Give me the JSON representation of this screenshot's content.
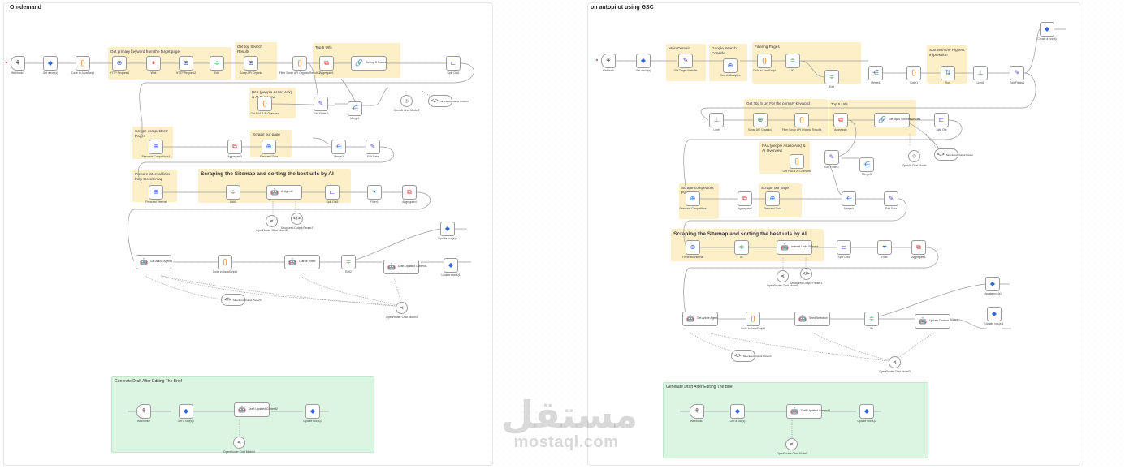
{
  "panels": {
    "left_title": "On-demand",
    "right_title": "on autopilot using GSC"
  },
  "left": {
    "stickies": [
      "Get primary keyword from the target page",
      "Get top Search Results",
      "Top 5 Urls",
      "PAA (people Asaso Ask) & AI Overview",
      "Scrape competitors' Pages",
      "Scrape our page",
      "Prepare internal links from the sitemap",
      "Scraping the Sitemap and sorting the best urls by AI",
      "Generate Draft After Editing The Brief"
    ],
    "nodes": [
      "Webhook1",
      "Get a row(s)",
      "Code in JavaScript",
      "HTTP Request1",
      "Wait",
      "HTTP Request2",
      "Edit",
      "Scrap API Organic",
      "Filter Scrap API Organic Results2",
      "Aggregate1",
      "Get top 5 Sources",
      "Split Out1",
      "OpenAI Chat Model2",
      "Structured Output Parser4",
      "Get PAA & AI Overview",
      "Edit Fields2",
      "Merge1",
      "Firecrawl Competitors1",
      "Aggregate3",
      "Firecrawl Ours",
      "Merge2",
      "Edit Data",
      "Firecrawl Internal",
      "Edit1",
      "AI Agent2",
      "Split Out3",
      "Filter1",
      "Aggregate4",
      "OpenRouter Chat Model2",
      "Structured Output Parser2",
      "Get Article Agent1",
      "Code in JavaScript1",
      "Outline Writer",
      "Edit2",
      "Draft Updated Content1",
      "Update row(s)2",
      "Update row(s)1",
      "Structured Output Parser3",
      "OpenRouter Chat Model3",
      "Webhook2",
      "Get a row(s)2",
      "Draft Updated Content2",
      "Update row(s)3",
      "OpenRouter Chat Model4"
    ]
  },
  "right": {
    "stickies": [
      "Main Domain",
      "Google Search Console",
      "Filtering Pages",
      "Sort With the Highest Impression",
      "Get Top 5 Url For the primary keyword",
      "Top 5 Urls",
      "PAA (people Asaso Ask) & AI Overview",
      "Scrape competitors' Pages",
      "Scrape our page",
      "Scraping the Sitemap and sorting the best urls by AI",
      "Generate Draft After Editing The Brief"
    ],
    "nodes": [
      "Webhook",
      "Get a row(s)",
      "Get Target Website",
      "Search Analytics",
      "Code in JavaScript",
      "If2",
      "Edit",
      "Merge1",
      "Code1",
      "Sort",
      "Limit1",
      "Edit Fields4",
      "Create a row(s)",
      "Limit",
      "Scrap API Organic1",
      "Filter Scrap API Organic Results",
      "Aggregate",
      "Get top 5 Sources Articles",
      "Split Out",
      "OpenAI Chat Model",
      "Structured Output Parser",
      "Get PAA & AI Overview",
      "Edit Fields1",
      "Merge3",
      "Firecrawl Competitors",
      "Aggregate2",
      "Firecrawl Ours",
      "Merge4",
      "Edit Data",
      "Firecrawl Internal",
      "If1",
      "Internal Links Selector",
      "Split Out1",
      "Filter",
      "Aggregate1",
      "OpenRouter Chat Model1",
      "Structured Output Parser1",
      "Get Article Agent",
      "Code in JavaScript1",
      "Seed Selection",
      "Ifa",
      "Update Content Drafter",
      "Update row(s)",
      "Update row(s)1",
      "Structured Output Parser3",
      "OpenRouter Chat Model3",
      "Webhook3",
      "Get a row(s)",
      "Draft Updated Content3",
      "Update row(s)3",
      "OpenRouter Chat Model"
    ]
  },
  "watermark": {
    "arabic": "مستقل",
    "latin": "mostaql.com"
  }
}
